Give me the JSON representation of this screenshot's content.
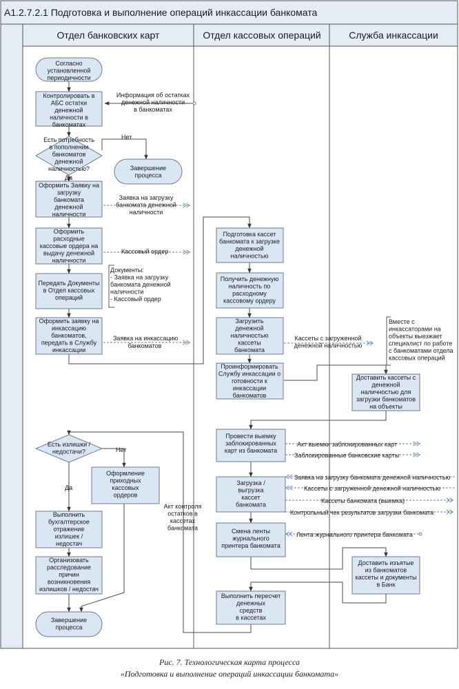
{
  "title": "A1.2.7.2.1 Подготовка и выполнение операций инкассации банкомата",
  "lanes": [
    "Отдел банковских карт",
    "Отдел кассовых операций",
    "Служба инкассации"
  ],
  "start_1": [
    "Согласно",
    "установленной",
    "периодичности"
  ],
  "p_control": [
    "Контролировать в",
    "АБС остатки",
    "денежной",
    "наличности в",
    "банкоматах"
  ],
  "info_balances": [
    "Информация об остатках",
    "денежной наличности",
    "в банкоматах"
  ],
  "decision_1": [
    "Есть потребность",
    "в пополнении",
    "банкоматов",
    "денежной",
    "наличностью?"
  ],
  "no_1": "Нет",
  "yes_1": "Да",
  "end_1": [
    "Завершение",
    "процесса"
  ],
  "p_request": [
    "Оформить Заявку на",
    "загрузку",
    "банкомата",
    "денежной",
    "наличности"
  ],
  "doc_request": [
    "Заявка на загрузку",
    "банкомата денежной",
    "наличности"
  ],
  "p_orders": [
    "Оформить",
    "расходные",
    "кассовые ордера на",
    "выдачу денежной",
    "наличности"
  ],
  "doc_cash_order": "Кассовый ордер",
  "p_transfer": [
    "Передать Документы",
    "в Отдел кассовых",
    "операций"
  ],
  "docs_list": [
    "Документы:",
    "- Заявка на загрузку",
    "банкомата денежной",
    "наличности",
    "- Кассовый ордер"
  ],
  "p_collect_req": [
    "Оформить заявку на",
    "инкассацию",
    "банкоматов,",
    "передать в Службу",
    "инкассации"
  ],
  "doc_collect_req": "Заявка на инкассацию",
  "doc_collect_req2": "банкоматов",
  "p_prep_cassettes": [
    "Подготовка кассет",
    "банкомата к загрузке",
    "денежной",
    "наличностью"
  ],
  "p_receive_cash": [
    "Получить денежную",
    "наличность по",
    "расходному",
    "кассовому ордеру"
  ],
  "p_load_cassettes": [
    "Загрузить",
    "денежной",
    "наличностью",
    "кассеты",
    "банкомата"
  ],
  "doc_loaded_cassettes": [
    "Кассеты с загруженной",
    "денежной наличностью"
  ],
  "p_inform": [
    "Проинформировать",
    "Службу инкассации о",
    "готовности к",
    "инкассации",
    "банкоматов"
  ],
  "note_specialist": [
    "Вместе с",
    "инкассаторами на",
    "объекты выезжает",
    "специалист по работе",
    "с банкоматами отдела",
    "кассовых операций"
  ],
  "p_deliver": [
    "Доставить кассеты с",
    "денежной",
    "наличностью для",
    "загрузки банкоматов",
    "на объекты"
  ],
  "p_withdraw": [
    "Провести выемку",
    "заблокированных",
    "карт из банкомата"
  ],
  "doc_blocked_act": "Акт выемки заблокированных карт",
  "doc_blocked_cards": "Заблокированные банковские карты",
  "p_load_unload": [
    "Загрузка /",
    "выгрузка",
    "кассет",
    "банкомата"
  ],
  "doc_request_full": "Заявка на загрузку банкомата денежной наличностью",
  "doc_cassettes_loaded": "Кассеты с загруженной денежной наличностью",
  "doc_cassettes_out": "Кассеты банкомата (выемка)",
  "doc_check": "Контрольный чек результатов загрузки банкомата",
  "p_tape": [
    "Смена ленты",
    "журнального",
    "принтера банкомата"
  ],
  "doc_tape": "Лента журнального принтера банкомата",
  "p_bring_back": [
    "Доставить изъятые",
    "из банкоматов",
    "кассеты и документы",
    "в Банк"
  ],
  "p_recount": [
    "Выполнить пересчет",
    "денежных",
    "средств",
    "в кассетах"
  ],
  "doc_act_control": [
    "Акт контроля",
    "остатков в",
    "кассетах",
    "банкомата"
  ],
  "decision_2": [
    "Есть излишки /",
    "недостачи?"
  ],
  "no_2": "Нет",
  "yes_2": "Да",
  "p_income_orders": [
    "Оформление",
    "приходных",
    "кассовых",
    "ордеров"
  ],
  "p_accounting": [
    "Выполнить",
    "бухгалтерское",
    "отражение",
    "излишек /",
    "недостач"
  ],
  "p_investigation": [
    "Организовать",
    "расследование",
    "причин",
    "возникновения",
    "излишков / недостач"
  ],
  "end_2": [
    "Завершение",
    "процесса"
  ],
  "caption_1": "Рис. 7. Технологическая карта процесса",
  "caption_2": "«Подготовка и выполнение операций инкассации банкомата»",
  "colors": {
    "box_fill": "#dbe6f4",
    "box_stroke": "#6b7b8c",
    "title_bar": "#e4ecf6",
    "line": "#4a4a4a"
  }
}
